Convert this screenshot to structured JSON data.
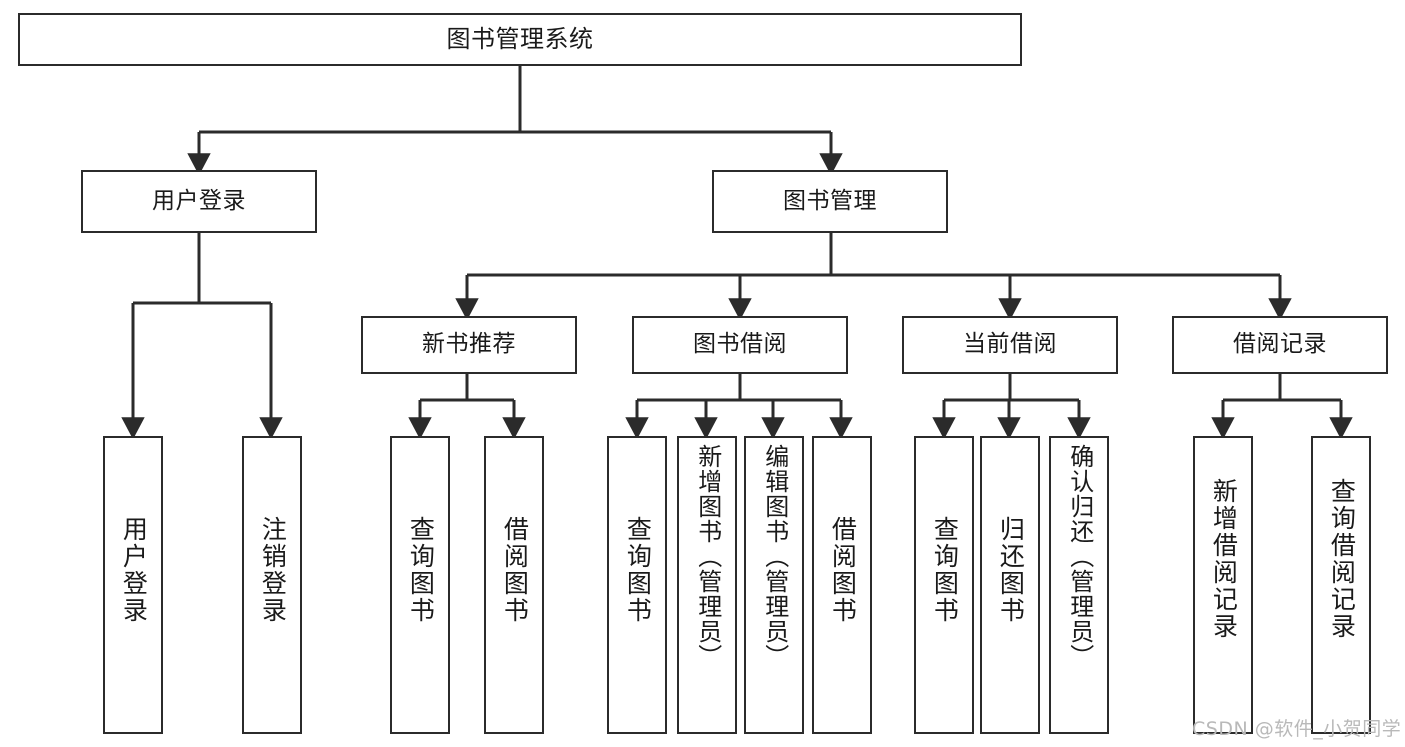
{
  "diagram": {
    "type": "tree-hierarchy-chart",
    "title": "图书管理系统",
    "line_color": "#2b2b2b",
    "box_fill": "#ffffff",
    "text_color": "#1a1a1a",
    "watermark": "CSDN @软件_小贺同学",
    "watermark_color": "#b9b9b9",
    "levels": {
      "level1_label": "图书管理系统",
      "level2_labels": [
        "用户登录",
        "图书管理"
      ],
      "level3_labels": [
        "新书推荐",
        "图书借阅",
        "当前借阅",
        "借阅记录"
      ]
    },
    "nodes": [
      {
        "id": "root",
        "label": "图书管理系统",
        "level": 1,
        "orientation": "horizontal"
      },
      {
        "id": "user-login",
        "label": "用户登录",
        "level": 2,
        "orientation": "horizontal",
        "parent": "root"
      },
      {
        "id": "book-manage",
        "label": "图书管理",
        "level": 2,
        "orientation": "horizontal",
        "parent": "root"
      },
      {
        "id": "new-book-recommend",
        "label": "新书推荐",
        "level": 3,
        "orientation": "horizontal",
        "parent": "book-manage"
      },
      {
        "id": "book-borrow",
        "label": "图书借阅",
        "level": 3,
        "orientation": "horizontal",
        "parent": "book-manage"
      },
      {
        "id": "current-borrow",
        "label": "当前借阅",
        "level": 3,
        "orientation": "horizontal",
        "parent": "book-manage"
      },
      {
        "id": "borrow-record",
        "label": "借阅记录",
        "level": 3,
        "orientation": "horizontal",
        "parent": "book-manage"
      },
      {
        "id": "leaf-user-login",
        "label": "用户登录",
        "level": 3,
        "orientation": "vertical",
        "parent": "user-login"
      },
      {
        "id": "leaf-user-logout",
        "label": "注销登录",
        "level": 3,
        "orientation": "vertical",
        "parent": "user-login"
      },
      {
        "id": "leaf-query-book-1",
        "label": "查询图书",
        "level": 4,
        "orientation": "vertical",
        "parent": "new-book-recommend"
      },
      {
        "id": "leaf-borrow-book-1",
        "label": "借阅图书",
        "level": 4,
        "orientation": "vertical",
        "parent": "new-book-recommend"
      },
      {
        "id": "leaf-query-book-2",
        "label": "查询图书",
        "level": 4,
        "orientation": "vertical",
        "parent": "book-borrow"
      },
      {
        "id": "leaf-add-book",
        "label": "新增图书（管理员）",
        "level": 4,
        "orientation": "vertical",
        "parent": "book-borrow"
      },
      {
        "id": "leaf-edit-book",
        "label": "编辑图书（管理员）",
        "level": 4,
        "orientation": "vertical",
        "parent": "book-borrow"
      },
      {
        "id": "leaf-borrow-book-2",
        "label": "借阅图书",
        "level": 4,
        "orientation": "vertical",
        "parent": "book-borrow"
      },
      {
        "id": "leaf-query-book-3",
        "label": "查询图书",
        "level": 4,
        "orientation": "vertical",
        "parent": "current-borrow"
      },
      {
        "id": "leaf-return-book",
        "label": "归还图书",
        "level": 4,
        "orientation": "vertical",
        "parent": "current-borrow"
      },
      {
        "id": "leaf-confirm-return",
        "label": "确认归还（管理员）",
        "level": 4,
        "orientation": "vertical",
        "parent": "current-borrow"
      },
      {
        "id": "leaf-add-record",
        "label": "新增借阅记录",
        "level": 4,
        "orientation": "vertical",
        "parent": "borrow-record"
      },
      {
        "id": "leaf-query-record",
        "label": "查询借阅记录",
        "level": 4,
        "orientation": "vertical",
        "parent": "borrow-record"
      }
    ]
  }
}
